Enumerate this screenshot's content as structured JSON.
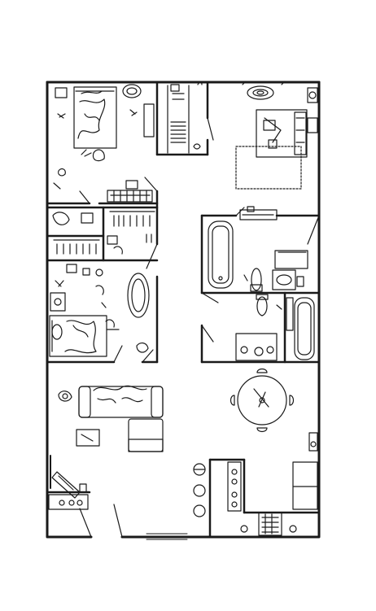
{
  "plan": {
    "style": "hand-drawn black ink on white",
    "ink_color": "#1a1a1a",
    "paper_color": "#ffffff",
    "rooms": [
      "bedroom-top-left",
      "walk-in-closet",
      "master-bedroom",
      "laundry-closet",
      "upper-bathroom",
      "bedroom-middle-left",
      "lower-bathroom",
      "living-room",
      "dining-area",
      "kitchen",
      "entry-desk"
    ],
    "icons": [
      "bed-icon",
      "rug-icon",
      "wardrobe-icon",
      "bathtub-icon",
      "toilet-icon",
      "sink-icon",
      "sofa-icon",
      "dining-table-icon",
      "chair-icon",
      "stove-icon",
      "plant-icon",
      "desk-icon",
      "piano-icon"
    ]
  }
}
